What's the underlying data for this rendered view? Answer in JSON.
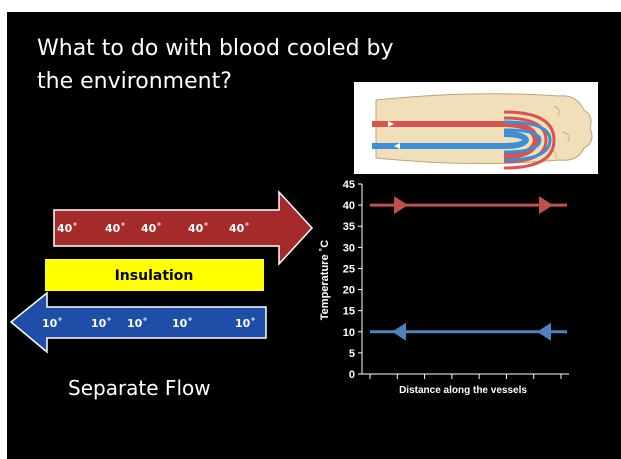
{
  "title": "What to do with blood cooled by the environment?",
  "footer_label": "Separate Flow",
  "diagram": {
    "warm_arrow": {
      "labels": [
        "40˚",
        "40˚",
        "40˚",
        "40˚",
        "40˚"
      ],
      "color": "#a52a2a",
      "direction": "right"
    },
    "insulation": {
      "label": "Insulation",
      "color": "#ffff00"
    },
    "cold_arrow": {
      "labels": [
        "10˚",
        "10˚",
        "10˚",
        "10˚",
        "10˚"
      ],
      "color": "#1f4ea8",
      "direction": "left"
    }
  },
  "paw_image": {
    "description_icon": "paw-vessels-icon",
    "artery_color": "#d9534f",
    "vein_color": "#3a8fd6"
  },
  "chart_data": {
    "type": "line",
    "xlabel": "Distance along the vessels",
    "ylabel": "Temperature ˚C",
    "ylim": [
      0,
      45
    ],
    "yticks": [
      "0",
      "5",
      "10",
      "15",
      "20",
      "25",
      "30",
      "35",
      "40",
      "45"
    ],
    "x_tick_count": 8,
    "series": [
      {
        "values": [
          40,
          40
        ],
        "color": "#c0504d",
        "arrow_direction": "right"
      },
      {
        "values": [
          10,
          10
        ],
        "color": "#4f81bd",
        "arrow_direction": "left"
      }
    ]
  }
}
